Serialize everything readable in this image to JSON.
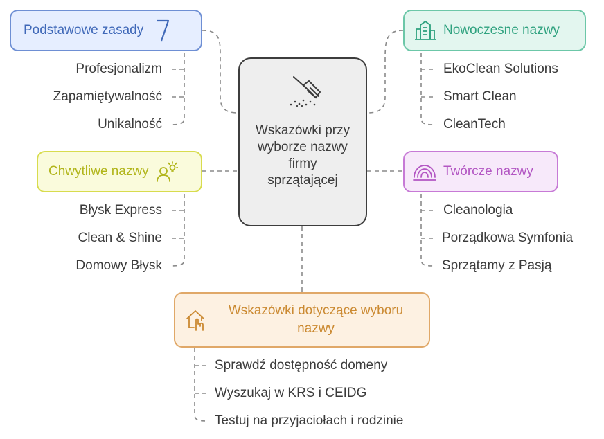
{
  "center": {
    "title": "Wskazówki przy wyborze nazwy firmy sprzątającej",
    "icon": "broom-icon"
  },
  "categories": [
    {
      "id": "basics",
      "label": "Podstawowe zasady",
      "icon": "seven-icon",
      "color": "#6e8fd4",
      "items": [
        "Profesjonalizm",
        "Zapamiętywalność",
        "Unikalność"
      ]
    },
    {
      "id": "modern",
      "label": "Nowoczesne nazwy",
      "icon": "city-icon",
      "color": "#6cc7a8",
      "items": [
        "EkoClean Solutions",
        "Smart Clean",
        "CleanTech"
      ]
    },
    {
      "id": "catchy",
      "label": "Chwytliwe nazwy",
      "icon": "idea-person-icon",
      "color": "#d8dc4e",
      "items": [
        "Błysk Express",
        "Clean & Shine",
        "Domowy Błysk"
      ]
    },
    {
      "id": "creative",
      "label": "Twórcze nazwy",
      "icon": "rainbow-icon",
      "color": "#c77ad6",
      "items": [
        "Cleanologia",
        "Porządkowa Symfonia",
        "Sprzątamy z Pasją"
      ]
    },
    {
      "id": "tips",
      "label": "Wskazówki dotyczące wyboru nazwy",
      "icon": "home-hand-icon",
      "color": "#e0a868",
      "items": [
        "Sprawdź dostępność domeny",
        "Wyszukaj w KRS i CEIDG",
        "Testuj na przyjaciołach i rodzinie"
      ]
    }
  ]
}
